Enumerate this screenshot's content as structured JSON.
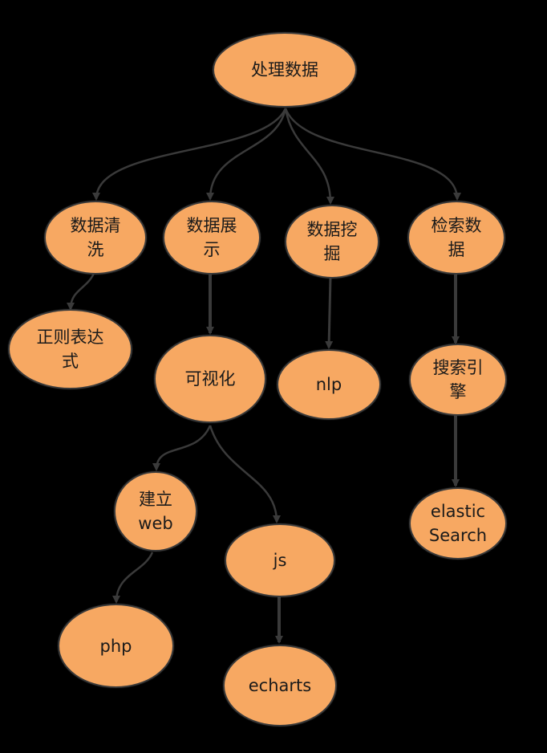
{
  "diagram": {
    "nodes": [
      {
        "id": "root",
        "label": "处理数据"
      },
      {
        "id": "clean",
        "label": "数据清\n洗"
      },
      {
        "id": "show",
        "label": "数据展\n示"
      },
      {
        "id": "mine",
        "label": "数据挖\n掘"
      },
      {
        "id": "search",
        "label": "检索数\n据"
      },
      {
        "id": "regex",
        "label": "正则表达\n式"
      },
      {
        "id": "visual",
        "label": "可视化"
      },
      {
        "id": "nlp",
        "label": "nlp"
      },
      {
        "id": "engine",
        "label": "搜索引\n擎"
      },
      {
        "id": "web",
        "label": "建立\nweb"
      },
      {
        "id": "js",
        "label": "js"
      },
      {
        "id": "es",
        "label": "elastic\nSearch"
      },
      {
        "id": "php",
        "label": "php"
      },
      {
        "id": "echarts",
        "label": "echarts"
      }
    ],
    "edges": [
      [
        "root",
        "clean"
      ],
      [
        "root",
        "show"
      ],
      [
        "root",
        "mine"
      ],
      [
        "root",
        "search"
      ],
      [
        "clean",
        "regex"
      ],
      [
        "show",
        "visual"
      ],
      [
        "mine",
        "nlp"
      ],
      [
        "search",
        "engine"
      ],
      [
        "visual",
        "web"
      ],
      [
        "visual",
        "js"
      ],
      [
        "engine",
        "es"
      ],
      [
        "web",
        "php"
      ],
      [
        "js",
        "echarts"
      ]
    ]
  }
}
